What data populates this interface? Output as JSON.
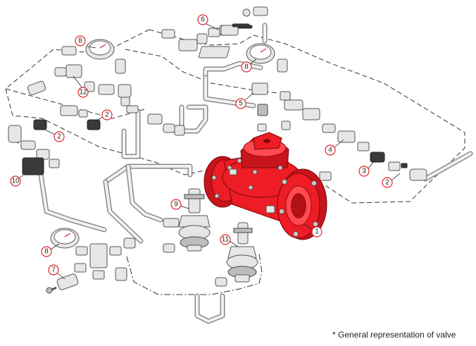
{
  "note": "* General representation of valve",
  "callouts": [
    {
      "id": "c6",
      "label": "6"
    },
    {
      "id": "c8a",
      "label": "8"
    },
    {
      "id": "c12",
      "label": "12"
    },
    {
      "id": "c8b",
      "label": "8"
    },
    {
      "id": "c5",
      "label": "5"
    },
    {
      "id": "c2a",
      "label": "2"
    },
    {
      "id": "c2b",
      "label": "2"
    },
    {
      "id": "c4",
      "label": "4"
    },
    {
      "id": "c3",
      "label": "3"
    },
    {
      "id": "c2c",
      "label": "2"
    },
    {
      "id": "c10",
      "label": "10"
    },
    {
      "id": "c9",
      "label": "9"
    },
    {
      "id": "c1",
      "label": "1"
    },
    {
      "id": "c11",
      "label": "11"
    },
    {
      "id": "c8c",
      "label": "8"
    },
    {
      "id": "c7",
      "label": "7"
    }
  ],
  "colors": {
    "valve_body": "#ee1c25",
    "callout_ring": "#e3242b",
    "fittings": "#e6e6e6"
  }
}
